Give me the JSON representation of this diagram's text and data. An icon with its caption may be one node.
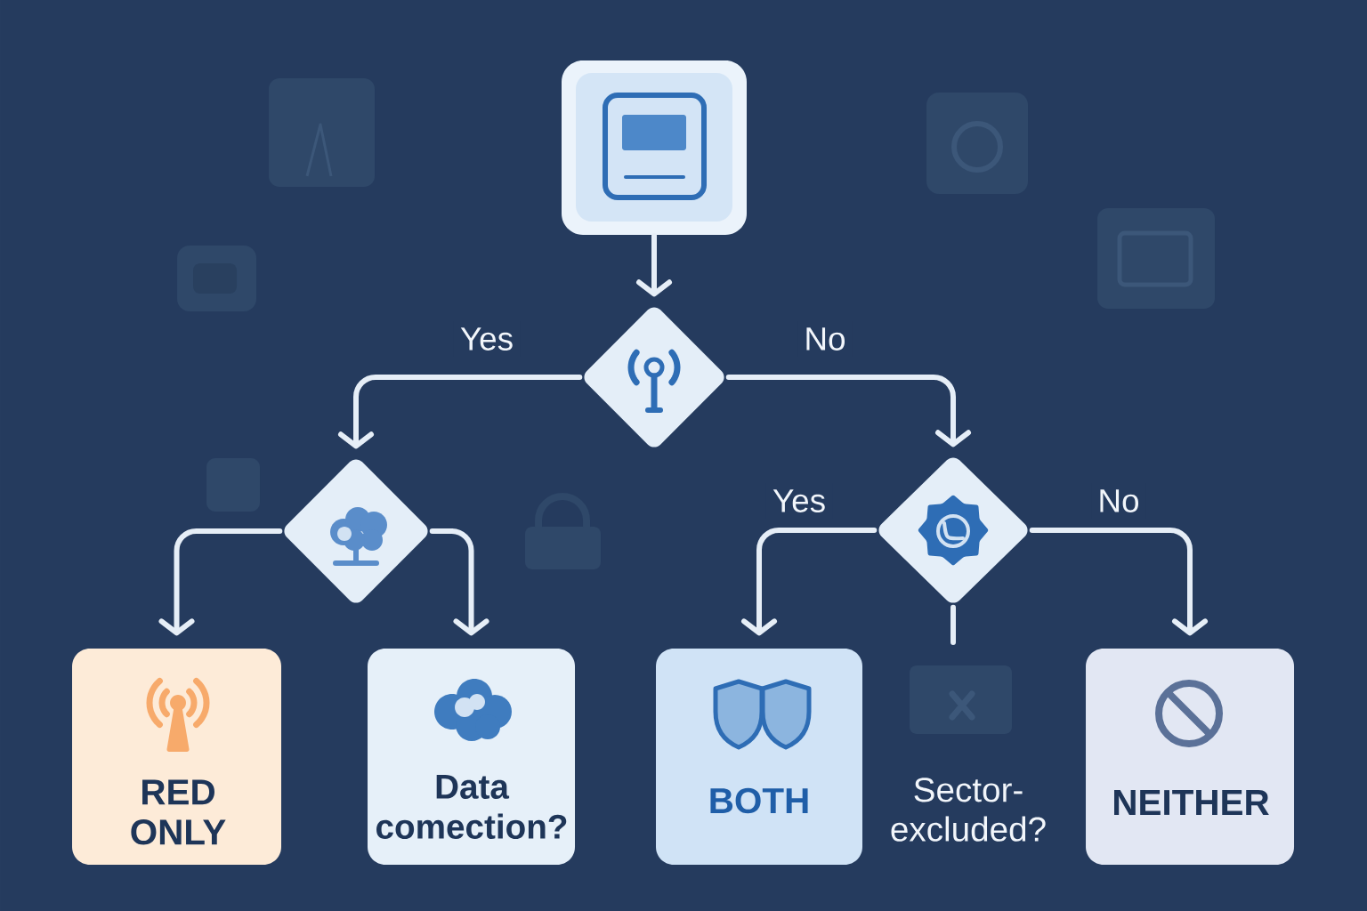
{
  "diagram": {
    "nodes": [
      {
        "text": [],
        "shape": "box"
      },
      {
        "text": [],
        "shape": "diamond"
      },
      {
        "text": [],
        "shape": "diamond"
      },
      {
        "text": [],
        "shape": "diamond"
      },
      {
        "text": [
          "RED ONLY"
        ]
      },
      {
        "text": [
          "Data comection?"
        ]
      },
      {
        "text": [
          "BOTH"
        ]
      },
      {
        "text": [
          "NEITHER"
        ]
      }
    ],
    "edges": [
      {
        "from": 0,
        "to": 1,
        "arrow": "to"
      },
      {
        "from": 1,
        "to": 2,
        "arrow": "to",
        "label": "Yes"
      },
      {
        "from": 1,
        "to": 3,
        "arrow": "to",
        "label": "No"
      },
      {
        "from": 2,
        "to": 4,
        "arrow": "to"
      },
      {
        "from": 2,
        "to": 5,
        "arrow": "to"
      },
      {
        "from": 3,
        "to": 6,
        "arrow": "to",
        "label": "Yes"
      },
      {
        "from": 3,
        "to": 7,
        "arrow": "to",
        "label": "No"
      },
      {
        "from": 3,
        "to": null,
        "arrow": "none"
      }
    ],
    "labels": [
      "Sector-excluded?"
    ]
  }
}
